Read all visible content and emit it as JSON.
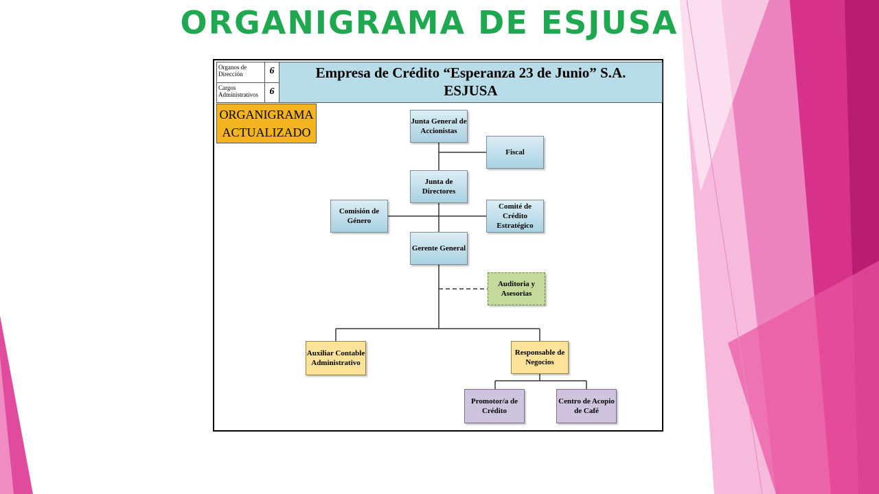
{
  "slide": {
    "title": "ORGANIGRAMA DE ESJUSA"
  },
  "colors": {
    "title": "#1fa84f",
    "accent_pink": "#d6328a",
    "header_blue": "#b8dce8",
    "badge_orange": "#f4b320"
  },
  "header": {
    "rows": [
      {
        "label": "Organos de Dirección",
        "count": "6"
      },
      {
        "label": "Cargos Administrativos",
        "count": "6"
      }
    ],
    "company_line1": "Empresa de Crédito “Esperanza 23 de Junio” S.A.",
    "company_line2": "ESJUSA"
  },
  "badge": {
    "line1": "ORGANIGRAMA",
    "line2": "ACTUALIZADO"
  },
  "nodes": {
    "junta_general": "Junta General de Accionistas",
    "fiscal": "Fiscal",
    "junta_directores": "Junta de Directores",
    "comision_genero": "Comisión de Género",
    "comite_credito": "Comité de Crédito Estratégico",
    "gerente_general": "Gerente General",
    "auditoria": "Auditoria y Asesorias",
    "auxiliar_contable": "Auxiliar Contable Administrativo",
    "responsable_negocios": "Responsable de Negocios",
    "promotor_credito": "Promotor/a de Crédito",
    "centro_acopio": "Centro de Acopio de Café"
  }
}
